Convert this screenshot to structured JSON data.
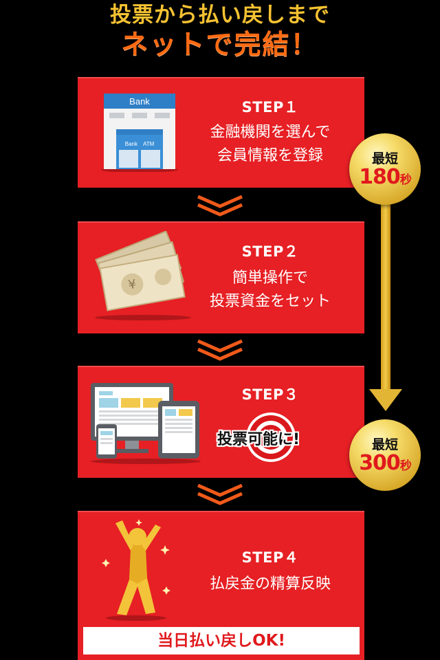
{
  "headline": {
    "line1": "投票から払い戻しまで",
    "line2": "ネットで完結！"
  },
  "steps": [
    {
      "title": "STEP１",
      "text": "金融機関を選んで\n会員情報を登録",
      "icon_labels": {
        "sign": "Bank",
        "atm_sign": "Bank　ATM"
      }
    },
    {
      "title": "STEP２",
      "text": "簡単操作で\n投票資金をセット",
      "icon_labels": {
        "bill_symbol": "¥"
      }
    },
    {
      "title": "STEP３",
      "stamp_text": "投票可能に!"
    },
    {
      "title": "STEP４",
      "text": "払戻金の精算反映",
      "banner": "当日払い戻しOK!"
    }
  ],
  "badges": [
    {
      "top": "最短",
      "number": "180",
      "unit": "秒"
    },
    {
      "top": "最短",
      "number": "300",
      "unit": "秒"
    }
  ],
  "colors": {
    "background": "#000000",
    "step_red": "#e62024",
    "headline_yellow": "#f6c232",
    "headline_orange": "#ff6a12",
    "gold": "#e3b535"
  }
}
